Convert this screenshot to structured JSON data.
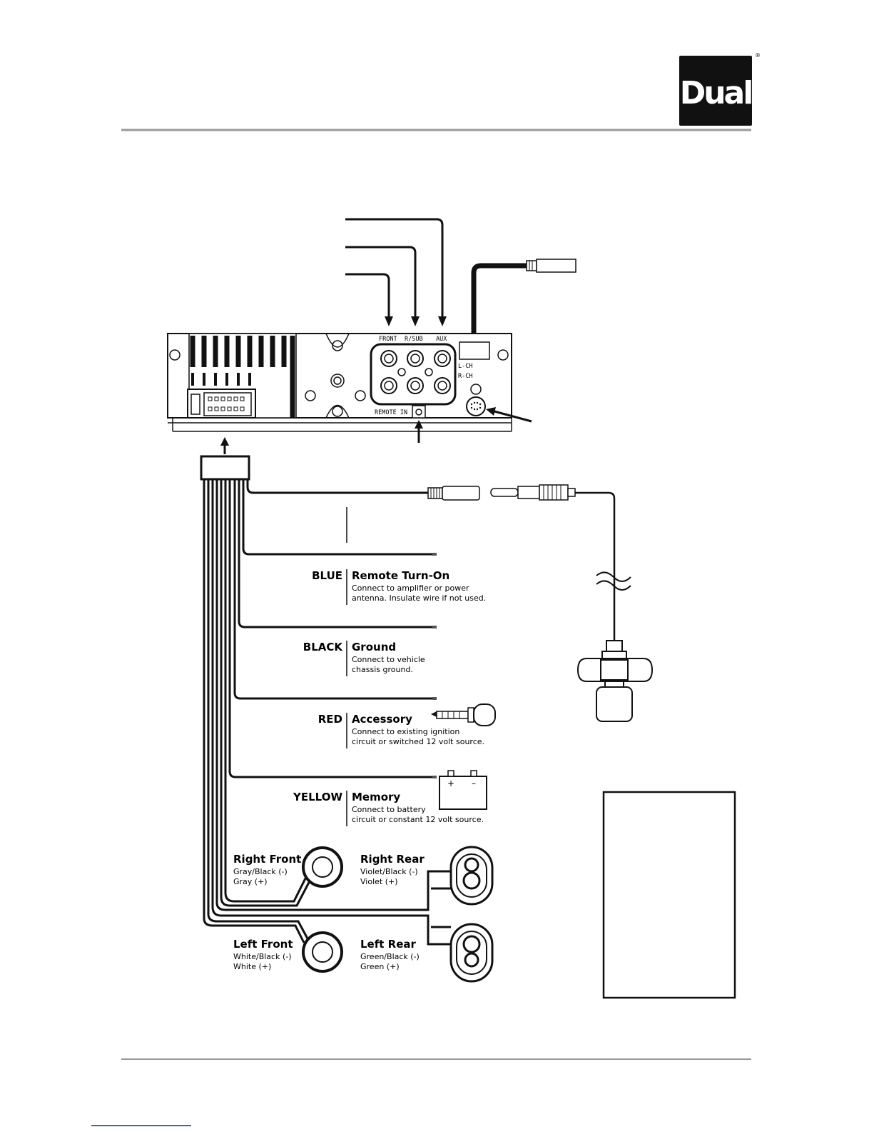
{
  "brand": {
    "logo": "Dual",
    "registered": "®"
  },
  "head_unit": {
    "rca_labels": [
      "FRONT",
      "R/SUB",
      "AUX"
    ],
    "channel_labels": [
      "L-CH",
      "R-CH"
    ],
    "remote_label": "REMOTE IN"
  },
  "wires": [
    {
      "color": "BLUE",
      "title": "Remote Turn-On",
      "line1": "Connect to amplifier or power",
      "line2": "antenna. Insulate wire if not used."
    },
    {
      "color": "BLACK",
      "title": "Ground",
      "line1": "Connect to vehicle",
      "line2": "chassis ground."
    },
    {
      "color": "RED",
      "title": "Accessory",
      "line1": "Connect to existing ignition",
      "line2": "circuit or switched 12 volt source."
    },
    {
      "color": "YELLOW",
      "title": "Memory",
      "line1": "Connect to battery",
      "line2": "circuit or constant 12 volt source."
    }
  ],
  "battery": {
    "plus": "+",
    "minus": "–"
  },
  "speakers": {
    "right_front": {
      "title": "Right Front",
      "neg": "Gray/Black (-)",
      "pos": "Gray (+)"
    },
    "right_rear": {
      "title": "Right Rear",
      "neg": "Violet/Black (-)",
      "pos": "Violet (+)"
    },
    "left_front": {
      "title": "Left Front",
      "neg": "White/Black (-)",
      "pos": "White (+)"
    },
    "left_rear": {
      "title": "Left Rear",
      "neg": "Green/Black (-)",
      "pos": "Green (+)"
    }
  }
}
